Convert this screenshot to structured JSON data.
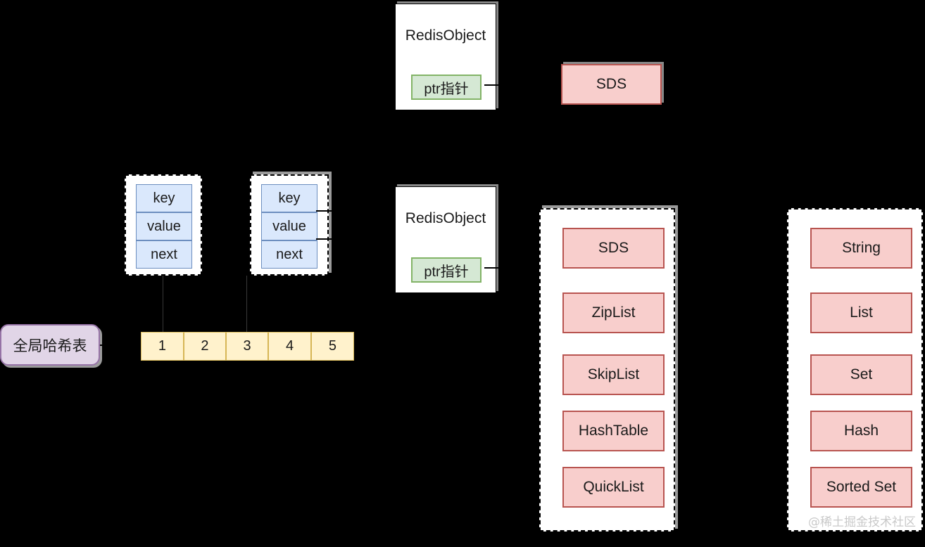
{
  "diagram": {
    "title": "Redis RedisObject / data structure mapping diagram",
    "background_color": "#000000"
  },
  "colors": {
    "pink_fill": "#f8cecc",
    "pink_border": "#b85450",
    "blue_fill": "#dae8fc",
    "blue_border": "#6c8ebf",
    "green_fill": "#d5e8d4",
    "green_border": "#82b366",
    "purple_fill": "#e1d5e7",
    "purple_border": "#9673a6",
    "yellow_fill": "#fff2cc",
    "yellow_border": "#d6b656",
    "white_fill": "#ffffff",
    "shadow": "#9b9b9b"
  },
  "global_hash_table": {
    "label": "全局哈希表"
  },
  "bucket_array": {
    "cells": [
      "1",
      "2",
      "3",
      "4",
      "5"
    ]
  },
  "entry_nodes": [
    {
      "name": "hash-entry-1",
      "fields": [
        "key",
        "value",
        "next"
      ]
    },
    {
      "name": "hash-entry-2",
      "fields": [
        "key",
        "value",
        "next"
      ]
    }
  ],
  "redis_objects": [
    {
      "name": "redis-object-top",
      "title": "RedisObject",
      "ptr_label": "ptr指针"
    },
    {
      "name": "redis-object-bottom",
      "title": "RedisObject",
      "ptr_label": "ptr指针"
    }
  ],
  "sds_box": {
    "label": "SDS"
  },
  "underlying_structures": {
    "items": [
      "SDS",
      "ZipList",
      "SkipList",
      "HashTable",
      "QuickList"
    ]
  },
  "data_types": {
    "items": [
      "String",
      "List",
      "Set",
      "Hash",
      "Sorted Set"
    ]
  },
  "watermark": {
    "text": "@稀土掘金技术社区"
  }
}
